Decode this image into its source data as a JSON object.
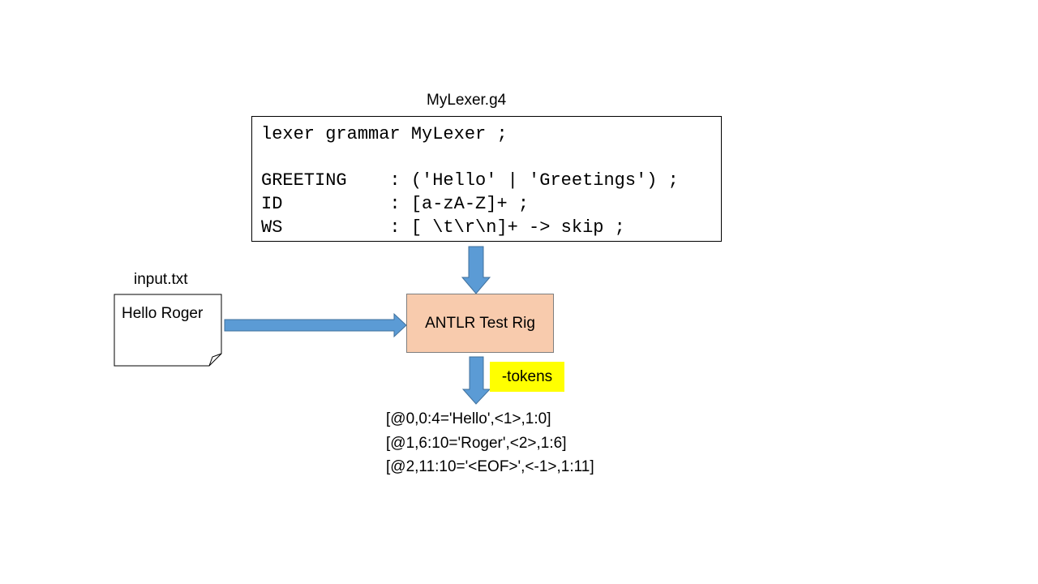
{
  "grammar_file": {
    "filename": "MyLexer.g4",
    "code": "lexer grammar MyLexer ;\n\nGREETING    : ('Hello' | 'Greetings') ;\nID          : [a-zA-Z]+ ;\nWS          : [ \\t\\r\\n]+ -> skip ;"
  },
  "input_file": {
    "filename": "input.txt",
    "content": "Hello Roger"
  },
  "tool": {
    "label": "ANTLR Test Rig",
    "flag": "-tokens"
  },
  "output": {
    "tokens": [
      "[@0,0:4='Hello',<1>,1:0]",
      "[@1,6:10='Roger',<2>,1:6]",
      "[@2,11:10='<EOF>',<-1>,1:11]"
    ]
  },
  "colors": {
    "arrow_fill": "#5b9bd5",
    "arrow_stroke": "#41719c",
    "tool_fill": "#f8cbad",
    "flag_fill": "#ffff00"
  }
}
